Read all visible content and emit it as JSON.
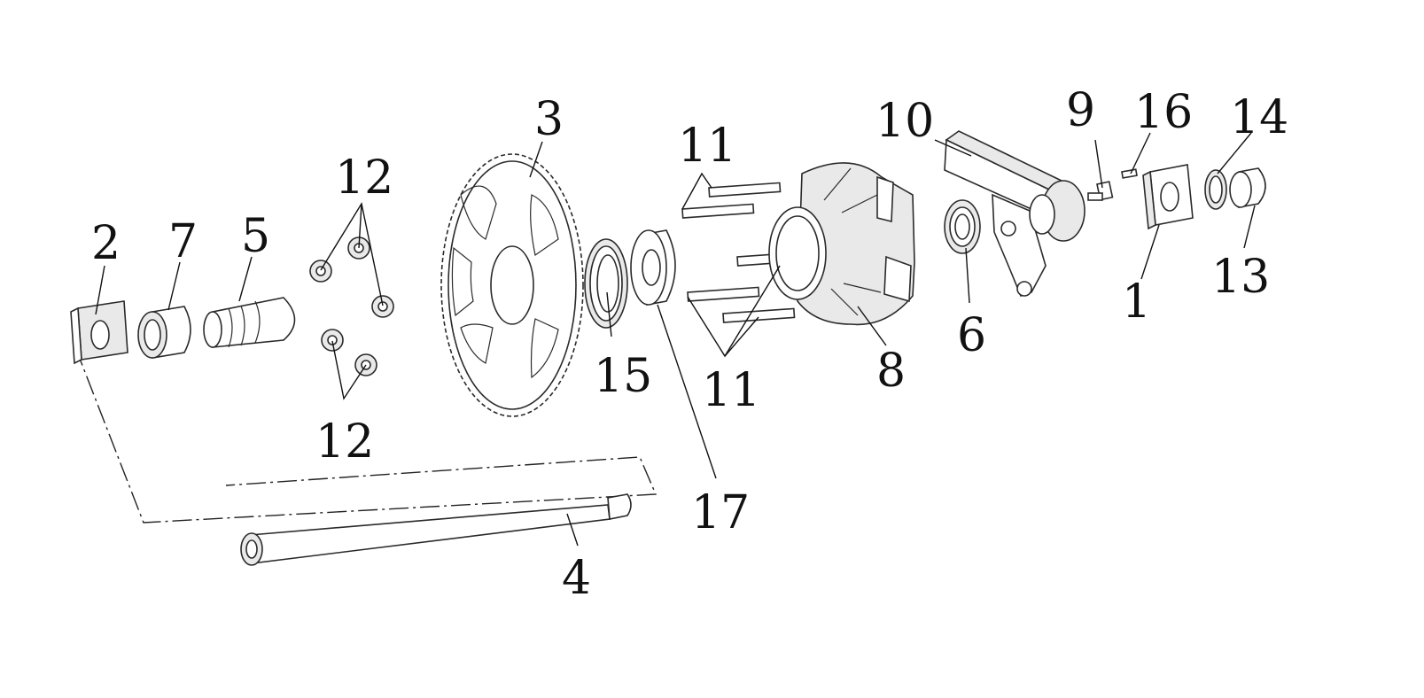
{
  "callouts": {
    "c1": "1",
    "c2": "2",
    "c3": "3",
    "c4": "4",
    "c5": "5",
    "c6": "6",
    "c7": "7",
    "c8": "8",
    "c9": "9",
    "c10": "10",
    "c11_top": "11",
    "c11_bottom": "11",
    "c12_top": "12",
    "c12_bottom": "12",
    "c13": "13",
    "c14": "14",
    "c15": "15",
    "c16": "16",
    "c17": "17"
  },
  "colors": {
    "line": "#2a2a2a",
    "background": "#ffffff",
    "shade": "#e9e9e9"
  }
}
